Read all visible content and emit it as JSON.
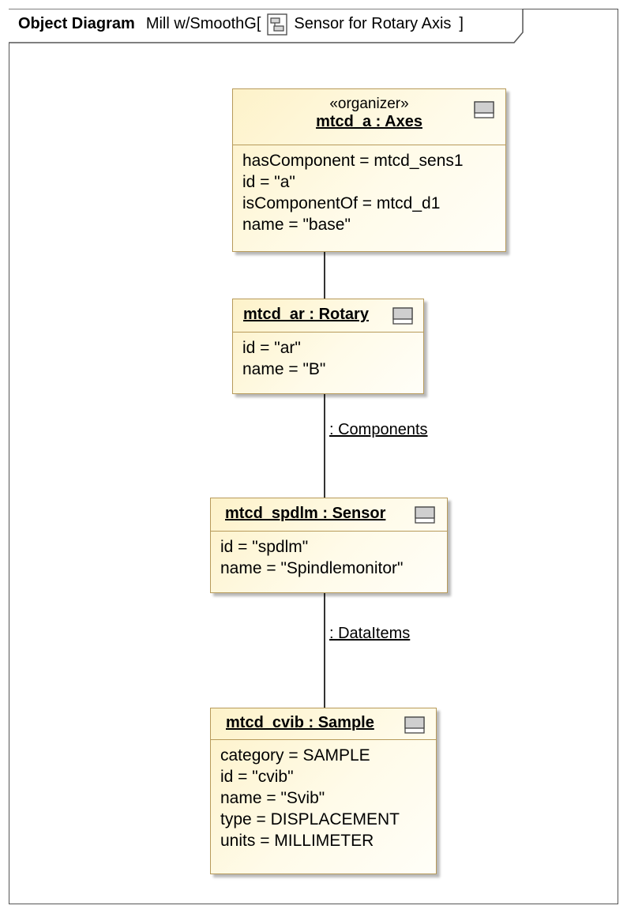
{
  "frame": {
    "kind": "Object Diagram",
    "name": "Mill w/SmoothG[",
    "context": "Sensor for Rotary Axis",
    "close_bracket": "]",
    "context_icon": "diagram-icon"
  },
  "objects": [
    {
      "stereotype": "«organizer»",
      "title": "mtcd_a : Axes",
      "icon": "instance-icon",
      "attributes": [
        "hasComponent = mtcd_sens1",
        "id = \"a\"",
        "isComponentOf = mtcd_d1",
        "name = \"base\""
      ]
    },
    {
      "title": "mtcd_ar : Rotary",
      "icon": "instance-icon",
      "attributes": [
        "id = \"ar\"",
        "name = \"B\""
      ]
    },
    {
      "title": "mtcd_spdlm : Sensor",
      "icon": "instance-icon",
      "attributes": [
        "id = \"spdlm\"",
        "name = \"Spindlemonitor\""
      ]
    },
    {
      "title": "mtcd_cvib : Sample",
      "icon": "instance-icon",
      "attributes": [
        "category = SAMPLE",
        "id = \"cvib\"",
        "name = \"Svib\"",
        "type = DISPLACEMENT",
        "units = MILLIMETER"
      ]
    }
  ],
  "links": [
    {
      "role": ": Components"
    },
    {
      "role": ": DataItems"
    }
  ],
  "colors": {
    "object_fill": "#fdf2c9",
    "object_border": "#b79a5a",
    "frame_border": "#555555"
  }
}
